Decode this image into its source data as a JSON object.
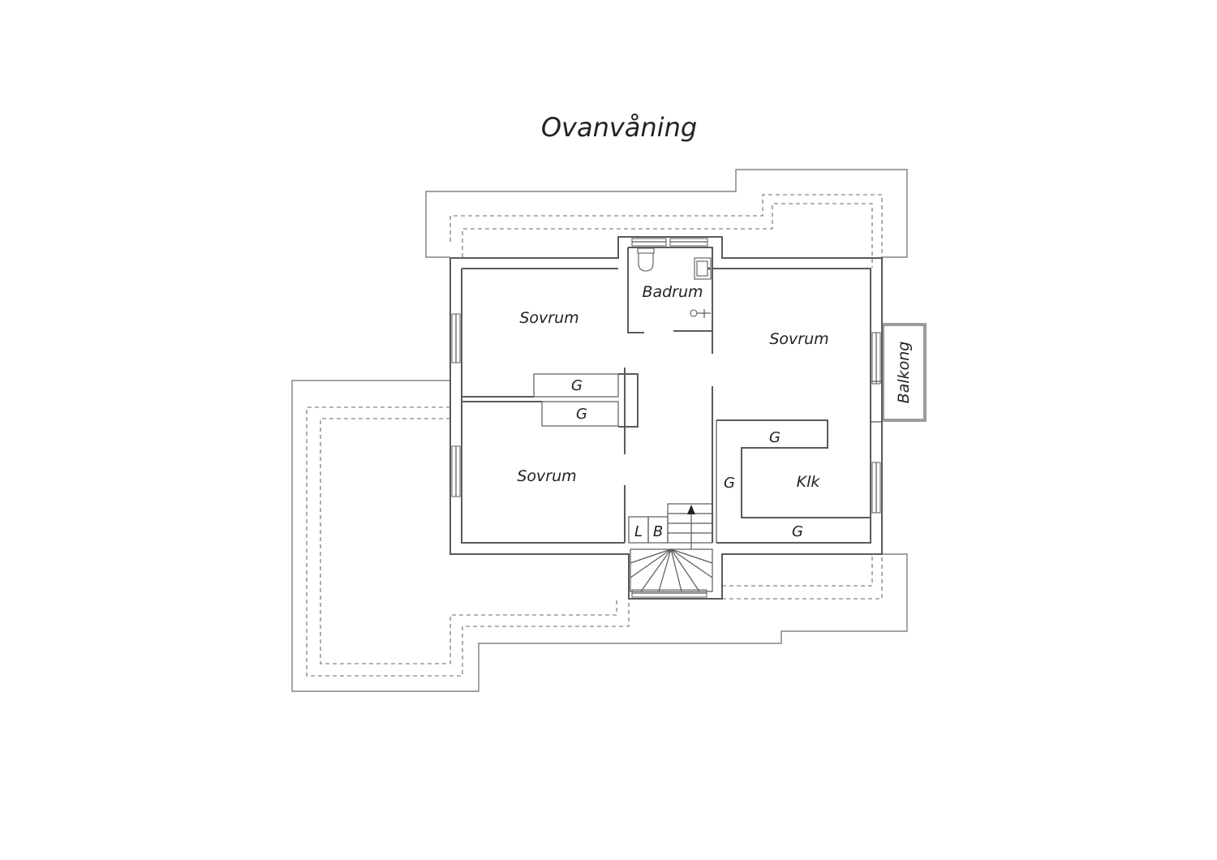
{
  "title": "Ovanvåning",
  "rooms": {
    "badrum": "Badrum",
    "sovrum_top_left": "Sovrum",
    "sovrum_right": "Sovrum",
    "sovrum_bottom_left": "Sovrum",
    "balkong": "Balkong",
    "klk": "Klk"
  },
  "storage": {
    "g1": "G",
    "g2": "G",
    "g3": "G",
    "g4": "G",
    "g5": "G",
    "l": "L",
    "b": "B"
  },
  "colors": {
    "line": "#5a5a5a",
    "text": "#222222",
    "background": "#ffffff"
  }
}
